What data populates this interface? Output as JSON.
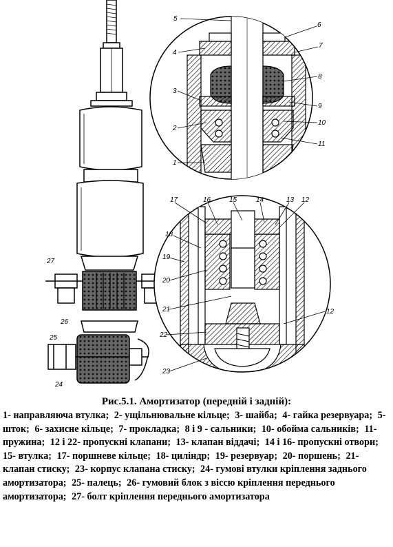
{
  "figure": {
    "caption": "Рис.5.1. Амортизатор (передній і задній):",
    "labels": [
      "1",
      "2",
      "3",
      "4",
      "5",
      "6",
      "7",
      "8",
      "9",
      "10",
      "11",
      "12",
      "13",
      "14",
      "15",
      "16",
      "17",
      "18",
      "19",
      "20",
      "21",
      "22",
      "23",
      "24",
      "25",
      "26",
      "27"
    ],
    "legend": [
      "1- направляюча втулка;",
      "2- ущільнювальне кільце;",
      "3- шайба;",
      "4- гайка резервуара;",
      "5- шток;",
      "6- захисне кільце;",
      "7- прокладка;",
      "8 і 9 - сальники;",
      "10- обойма сальників;",
      "11- пружина;",
      "12 і 22- пропускні клапани;",
      "13- клапан віддачі;",
      "14 і 16- пропускні отвори;",
      "15- втулка;",
      "17- поршневе кільце;",
      "18- циліндр;",
      "19- резервуар;",
      "20- поршень;",
      "21- клапан стиску;",
      "23- корпус клапана стиску;",
      "24- гумові втулки кріплення заднього амортизатора;",
      "25- палець;",
      "26- гумовий блок з віссю кріплення переднього амортизатора;",
      "27- болт кріплення переднього амортизатора"
    ]
  }
}
